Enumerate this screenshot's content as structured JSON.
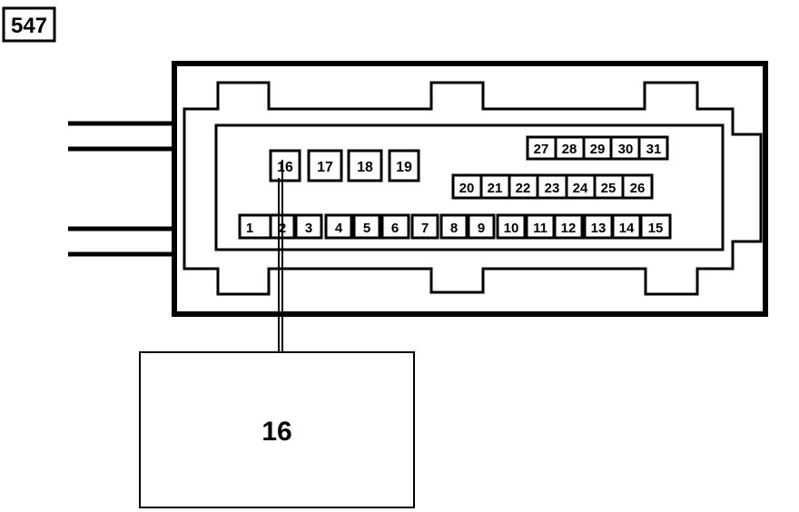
{
  "figure_label": "547",
  "connector": {
    "upper_large_pins": [
      "16",
      "17",
      "18",
      "19"
    ],
    "top_row_pins": [
      "27",
      "28",
      "29",
      "30",
      "31"
    ],
    "middle_row_pins": [
      "20",
      "21",
      "22",
      "23",
      "24",
      "25",
      "26"
    ],
    "bottom_row_pins": [
      "1",
      "2",
      "3",
      "4",
      "5",
      "6",
      "7",
      "8",
      "9",
      "10",
      "11",
      "12",
      "13",
      "14",
      "15"
    ]
  },
  "component": {
    "label": "16"
  }
}
